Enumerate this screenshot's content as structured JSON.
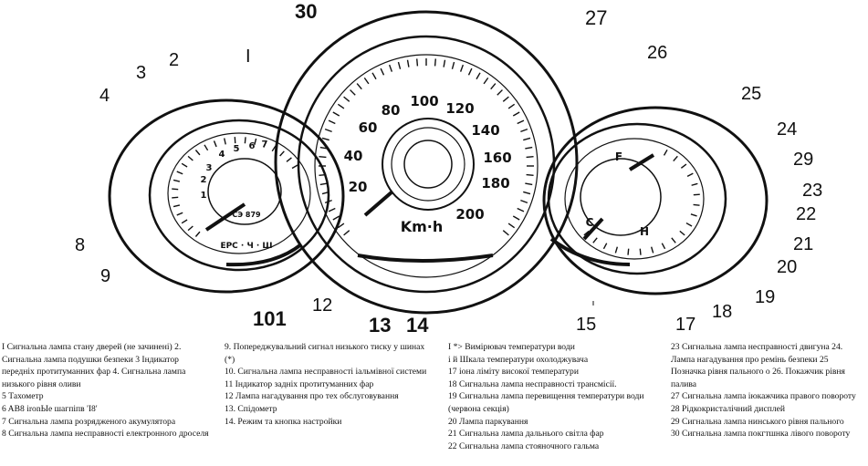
{
  "callouts": {
    "c30": "30",
    "c27": "27",
    "c26": "26",
    "c25": "25",
    "c24": "24",
    "c29": "29",
    "c23": "23",
    "c22": "22",
    "c21": "21",
    "c20": "20",
    "c19": "19",
    "c18": "18",
    "c17": "17",
    "c15": "15",
    "c14": "14",
    "c13": "13",
    "c12": "12",
    "c101": "101",
    "c9": "9",
    "c8": "8",
    "c4": "4",
    "c3": "3",
    "c2": "2",
    "c1": "I"
  },
  "gauge": {
    "speed_ticks": [
      "20",
      "40",
      "60",
      "80",
      "100",
      "120",
      "140",
      "160",
      "180",
      "200"
    ],
    "unit": "Km·h",
    "tacho_ticks": [
      "1",
      "2",
      "3",
      "4",
      "5",
      "6",
      "7"
    ],
    "tacho_mini_1": "CЭ 879",
    "tacho_mini_2": "EPC · Ч · Ш",
    "fuel_f": "F",
    "fuel_c": "C",
    "fuel_h": "H"
  },
  "legend": {
    "col1": [
      "I Сигнальна лампа стану дверей (не зачинені) 2. Сигнальна лампа подушки безпеки 3 Індикатор передніх протитуманних фар 4. Сигнальна лампа низького рівня оливи",
      "5 Тахометр",
      "6 AB8 ironЫe шагпіпв 'I8'",
      "7 Сигнальна лампа розрядженого акумулятора",
      "8 Сигнальна лампа несправності електронного дроселя"
    ],
    "col2": [
      "9. Попереджувальний сигнал низького тиску у шинах (*)",
      "10. Сигнальна лампа несправності іальмівної системи",
      "11 Індикатор задніх протитуманних фар",
      "12 Лампа нагадування про тех обслуговування",
      "13. Спідометр",
      "14. Режим та кнопка настройки"
    ],
    "col3": [
      "I *> Вимірювач температури води",
      "і й Шкала температури охолоджувача",
      "17 іона ліміту високої температури",
      "18 Сигнальна лампа несправності трансмісії.",
      "19 Сигнальна лампа перевищення температури води (червона секція)",
      "20 Лампа паркування",
      "21 Сигнальна лампа дальнього світла фар",
      "22 Сигнальна лампа стояночного гальма"
    ],
    "col4": [
      "23 Сигнальна лампа несправності двигуна 24. Лампа нагадування про ремінь безпеки 25 Позначка рівня пального о 26. Покажчик рівня палива",
      "27 Сигнальна лампа іюкажчика правого повороту",
      "28 Рідкокристалічний дисплей",
      "29 Сигнальна лампа нинського рівня пального",
      "30 Сигнальна лампа покгтшнка лівого повороту"
    ]
  }
}
